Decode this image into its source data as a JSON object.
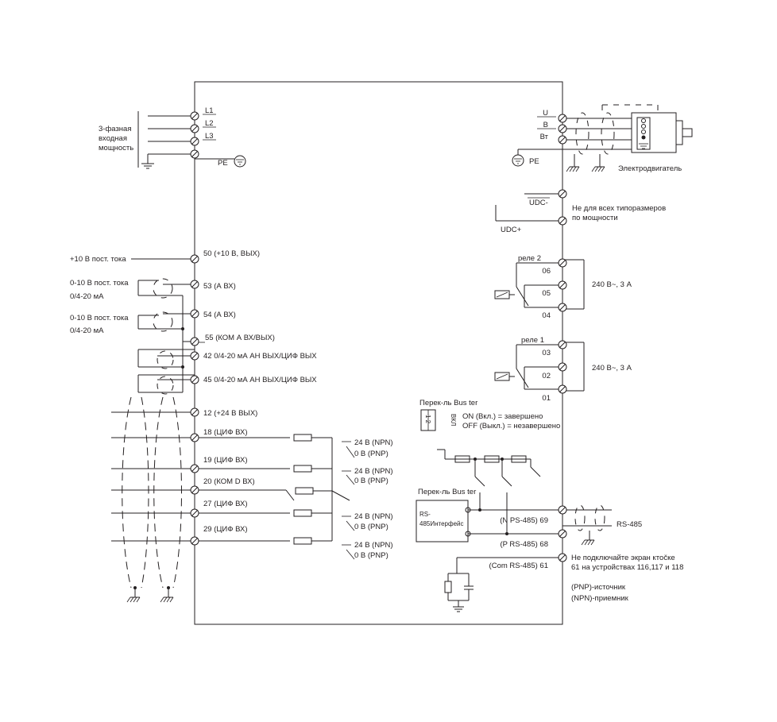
{
  "diagram": {
    "mains": {
      "label_1": "3-фазная",
      "label_2": "входная",
      "label_3": "мощность",
      "l1": "L1",
      "l2": "L2",
      "l3": "L3",
      "pe": "PE"
    },
    "motor": {
      "u": "U",
      "v": "В",
      "w": "Вт",
      "pe": "PE",
      "label": "Электродвигатель"
    },
    "dc": {
      "udc_minus": "UDC-",
      "udc_plus": "UDC+",
      "note_1": "Не для всех типоразмеров",
      "note_2": "по мощности"
    },
    "relay2": {
      "title": "реле 2",
      "t06": "06",
      "t05": "05",
      "t04": "04",
      "rating": "240 В~, 3 А"
    },
    "relay1": {
      "title": "реле 1",
      "t03": "03",
      "t02": "02",
      "t01": "01",
      "rating": "240 В~, 3 А"
    },
    "analog": {
      "plus10_src": "+10 В пост. тока",
      "t50": "50 (+10 В, ВЫХ)",
      "a53_src_1": "0-10 В пост. тока",
      "a53_src_2": "0/4-20 мА",
      "t53": "53 (А ВХ)",
      "a54_src_1": "0-10 В пост. тока",
      "a54_src_2": "0/4-20 мА",
      "t54": "54 (А ВХ)",
      "t55": "55 (КОМ А ВХ/ВЫХ)",
      "t42": "42 0/4-20 мА АН ВЫХ/ЦИФ ВЫХ",
      "t45": "45 0/4-20 мА АН ВЫХ/ЦИФ ВЫХ"
    },
    "digital": {
      "t12": "12 (+24 В ВЫХ)",
      "t18": "18 (ЦИФ ВХ)",
      "t19": "19 (ЦИФ ВХ)",
      "t20": "20 (КОМ D ВХ)",
      "t27": "27 (ЦИФ ВХ)",
      "t29": "29 (ЦИФ ВХ)",
      "npn": "24 В (NPN)",
      "pnp": "0 В (PNP)"
    },
    "bus_term": {
      "title": "Перек-ль Bus ter",
      "switch_on": "ВКЛ",
      "switch_12": "1 2",
      "on_text": "ON (Вкл.) = завершено",
      "off_text": "OFF (Выкл.) = незавершено"
    },
    "rs485": {
      "title": "Перек-ль Bus ter",
      "box_1": "RS-",
      "box_2": "485Интерфейс",
      "t69": "(N PS-485) 69",
      "t68": "(P RS-485) 68",
      "t61": "(Com RS-485) 61",
      "label": "RS-485",
      "note_1": "Не подключайте экран ктočке",
      "note_2": "61 на устройствах 116,117 и 118"
    },
    "legend": {
      "pnp": "(PNP)-источник",
      "npn": "(NPN)-приемник"
    }
  }
}
